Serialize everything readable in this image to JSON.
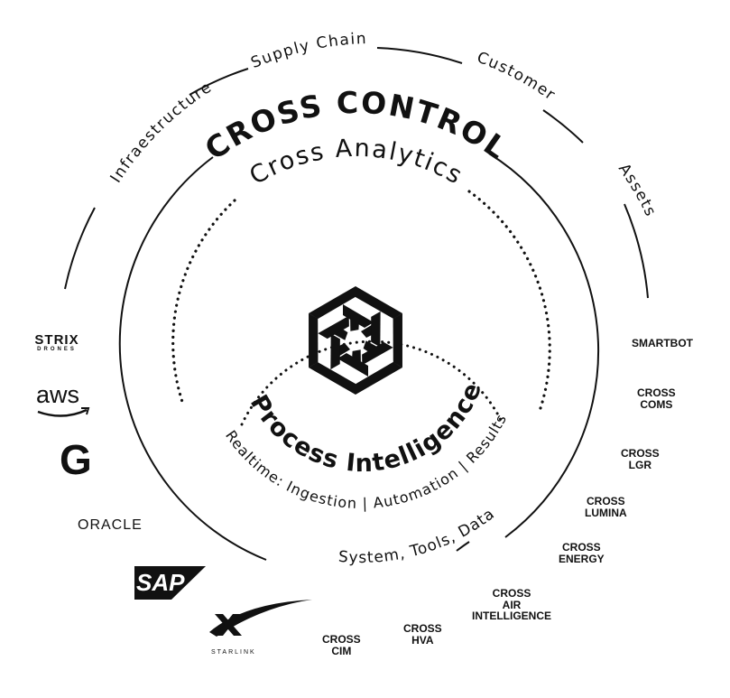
{
  "outer_ring": {
    "labels": [
      "Infraestructure",
      "Supply Chain",
      "Customer",
      "Assets"
    ]
  },
  "main": {
    "title": "CROSS CONTROL",
    "analytics": "Cross Analytics",
    "process": "Process Intelligence",
    "realtime": "Realtime: Ingestion | Automation | Results",
    "bottom": "System, Tools, Data"
  },
  "partners": {
    "strix": "STRIX",
    "strix_sub": "DRONES",
    "aws": "aws",
    "google": "G",
    "oracle": "ORACLE",
    "sap": "SAP",
    "starlink": "STARLINK"
  },
  "products": [
    "SMARTBOT",
    "CROSS\nCOMS",
    "CROSS\nLGR",
    "CROSS\nLUMINA",
    "CROSS\nENERGY",
    "CROSS\nAIR\nINTELLIGENCE",
    "CROSS\nHVA",
    "CROSS\nCIM"
  ],
  "colors": {
    "ink": "#111111",
    "background": "#ffffff",
    "accent": "#ffffff"
  }
}
